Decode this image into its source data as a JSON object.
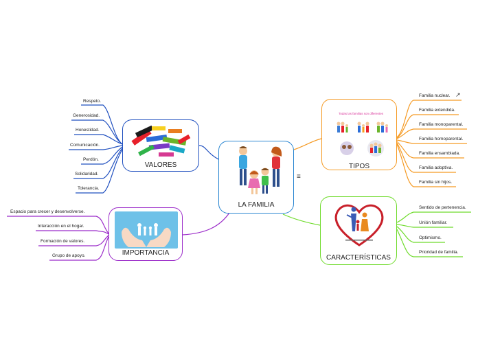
{
  "central": {
    "label": "LA FAMILIA"
  },
  "colors": {
    "valores": "#1f4fbf",
    "tipos": "#f59a23",
    "importancia": "#9b2bc9",
    "caracteristicas": "#6edb2a",
    "central": "#2a86d1"
  },
  "valores": {
    "label": "VALORES",
    "items": [
      "Respeto.",
      "Generosidad.",
      "Honestidad.",
      "Comunicación.",
      "Perdón.",
      "Solidaridad.",
      "Tolerancia."
    ]
  },
  "tipos": {
    "label": "TIPOS",
    "image_caption": "Todas las familias son diferentes",
    "items": [
      "Familia nuclear.",
      "Familia extendida.",
      "Familia monoparental.",
      "Familia homoparental.",
      "Familia ensamblada.",
      "Familia adoptiva.",
      "Familia sin hijos."
    ]
  },
  "importancia": {
    "label": "IMPORTANCIA",
    "items": [
      "Espacio para crecer y desenvolverse.",
      "Interacción en el hogar.",
      "Formación de valores.",
      "Grupo de apoyo."
    ]
  },
  "caracteristicas": {
    "label": "CARACTERÍSTICAS",
    "items": [
      "Sentido de pertenencia.",
      "Unión familiar.",
      "Optimismo.",
      "Prioridad de familia."
    ]
  },
  "icons": {
    "link": "external-link-icon",
    "menu": "menu-icon"
  }
}
